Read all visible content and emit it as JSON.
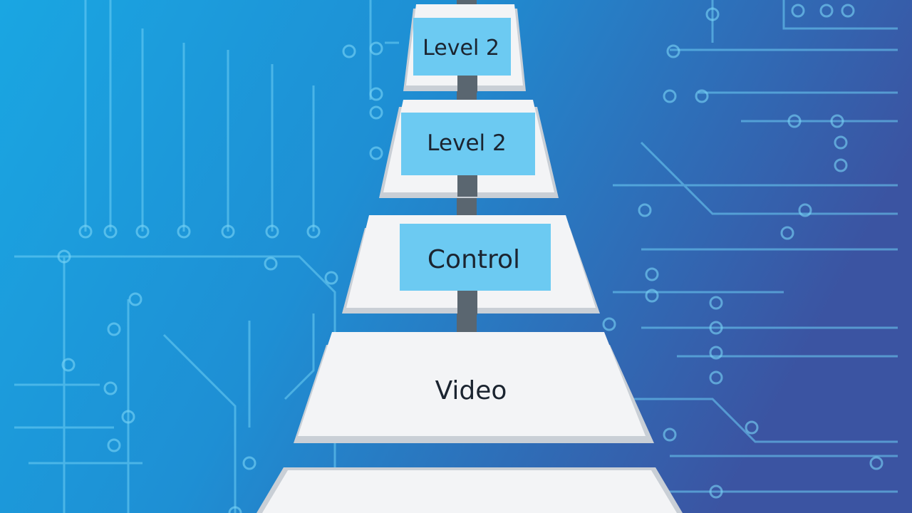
{
  "tiers": [
    {
      "label": "Level 2"
    },
    {
      "label": "Level 2"
    },
    {
      "label": "Control"
    },
    {
      "label": "Video"
    },
    {
      "label": ""
    }
  ],
  "colors": {
    "background_left": "#1ea3de",
    "background_right": "#3a5aa6",
    "circuit_trace": "#6fd0f5",
    "platform_face": "#f3f4f6",
    "platform_side": "#c9cfd6",
    "label_box": "#6ccaf2",
    "connector": "#5a6670",
    "label_text": "#1b2430"
  }
}
